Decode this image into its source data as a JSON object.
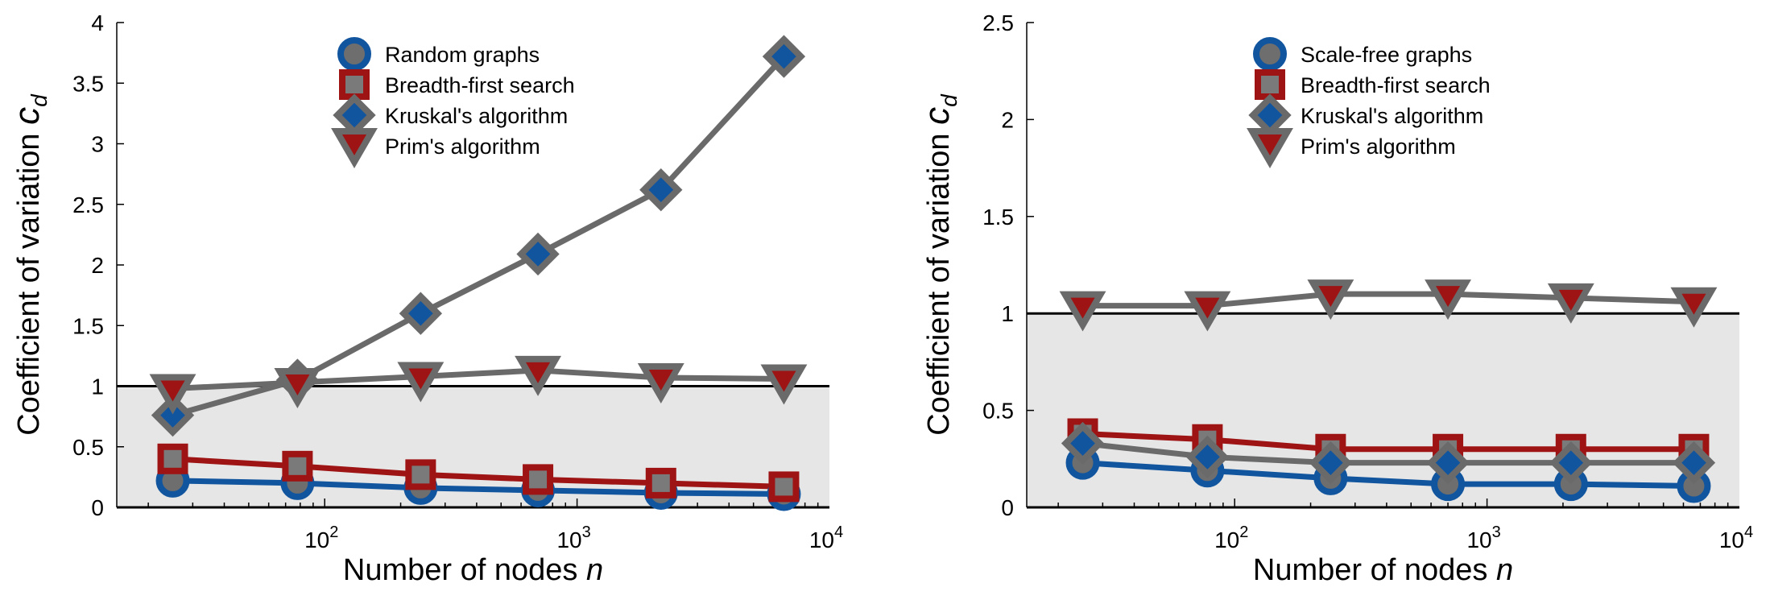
{
  "chart_data": [
    {
      "type": "line",
      "xscale": "log",
      "xlabel": "Number of nodes",
      "xlabel_var": "n",
      "ylabel": "Coefficient of variation",
      "ylabel_var": "c",
      "ylabel_sub": "d",
      "xlim": [
        15,
        10000
      ],
      "ylim": [
        0,
        4
      ],
      "shaded_band": [
        0,
        1
      ],
      "xticks": [
        {
          "value": 100,
          "base": "10",
          "exp": "2"
        },
        {
          "value": 1000,
          "base": "10",
          "exp": "3"
        },
        {
          "value": 10000,
          "base": "10",
          "exp": "4"
        }
      ],
      "yticks": [
        {
          "value": 0,
          "label": "0"
        },
        {
          "value": 0.5,
          "label": "0.5"
        },
        {
          "value": 1,
          "label": "1"
        },
        {
          "value": 1.5,
          "label": "1.5"
        },
        {
          "value": 2,
          "label": "2"
        },
        {
          "value": 2.5,
          "label": "2.5"
        },
        {
          "value": 3,
          "label": "3"
        },
        {
          "value": 3.5,
          "label": "3.5"
        },
        {
          "value": 4,
          "label": "4"
        }
      ],
      "x": [
        25,
        78,
        240,
        700,
        2150,
        6600
      ],
      "legend_position": "top-center",
      "series": [
        {
          "name": "Random graphs",
          "marker": "circle",
          "line_color": "#11559f",
          "marker_face": "#6e6e6e",
          "marker_edge": "#11559f",
          "values": [
            0.22,
            0.2,
            0.16,
            0.14,
            0.12,
            0.11
          ]
        },
        {
          "name": "Breadth-first search",
          "marker": "square",
          "line_color": "#9e1414",
          "marker_face": "#7a7a7a",
          "marker_edge": "#9e1414",
          "values": [
            0.4,
            0.34,
            0.27,
            0.23,
            0.2,
            0.17
          ]
        },
        {
          "name": "Kruskal's algorithm",
          "marker": "diamond",
          "line_color": "#6a6a6a",
          "marker_face": "#11559f",
          "marker_edge": "#6a6a6a",
          "values": [
            0.76,
            1.05,
            1.6,
            2.09,
            2.62,
            3.72
          ]
        },
        {
          "name": "Prim's algorithm",
          "marker": "triangle-down",
          "line_color": "#6a6a6a",
          "marker_face": "#9e1414",
          "marker_edge": "#6a6a6a",
          "values": [
            0.98,
            1.03,
            1.08,
            1.13,
            1.07,
            1.06
          ]
        }
      ]
    },
    {
      "type": "line",
      "xscale": "log",
      "xlabel": "Number of nodes",
      "xlabel_var": "n",
      "ylabel": "Coefficient of variation",
      "ylabel_var": "c",
      "ylabel_sub": "d",
      "xlim": [
        15,
        10000
      ],
      "ylim": [
        0,
        2.5
      ],
      "shaded_band": [
        0,
        1
      ],
      "xticks": [
        {
          "value": 100,
          "base": "10",
          "exp": "2"
        },
        {
          "value": 1000,
          "base": "10",
          "exp": "3"
        },
        {
          "value": 10000,
          "base": "10",
          "exp": "4"
        }
      ],
      "yticks": [
        {
          "value": 0,
          "label": "0"
        },
        {
          "value": 0.5,
          "label": "0.5"
        },
        {
          "value": 1,
          "label": "1"
        },
        {
          "value": 1.5,
          "label": "1.5"
        },
        {
          "value": 2,
          "label": "2"
        },
        {
          "value": 2.5,
          "label": "2.5"
        }
      ],
      "x": [
        25,
        78,
        240,
        700,
        2150,
        6600
      ],
      "legend_position": "top-center",
      "series": [
        {
          "name": "Scale-free graphs",
          "marker": "circle",
          "line_color": "#11559f",
          "marker_face": "#6e6e6e",
          "marker_edge": "#11559f",
          "values": [
            0.23,
            0.19,
            0.15,
            0.12,
            0.12,
            0.11
          ]
        },
        {
          "name": "Breadth-first search",
          "marker": "square",
          "line_color": "#9e1414",
          "marker_face": "#7a7a7a",
          "marker_edge": "#9e1414",
          "values": [
            0.38,
            0.35,
            0.3,
            0.3,
            0.3,
            0.3
          ]
        },
        {
          "name": "Kruskal's algorithm",
          "marker": "diamond",
          "line_color": "#6a6a6a",
          "marker_face": "#11559f",
          "marker_edge": "#6a6a6a",
          "values": [
            0.33,
            0.26,
            0.23,
            0.23,
            0.23,
            0.23
          ]
        },
        {
          "name": "Prim's algorithm",
          "marker": "triangle-down",
          "line_color": "#6a6a6a",
          "marker_face": "#9e1414",
          "marker_edge": "#6a6a6a",
          "values": [
            1.04,
            1.04,
            1.1,
            1.1,
            1.08,
            1.06
          ]
        }
      ]
    }
  ]
}
